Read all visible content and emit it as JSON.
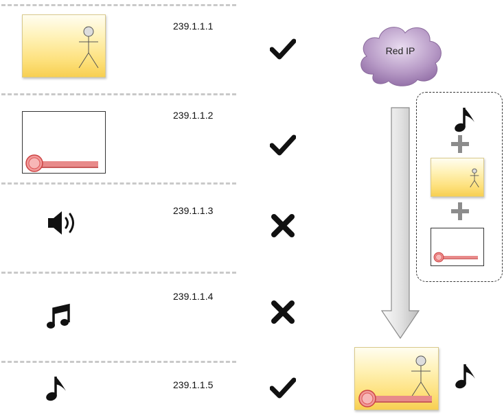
{
  "rows": [
    {
      "ip": "239.1.1.1",
      "source": "video-actor",
      "status": "allowed"
    },
    {
      "ip": "239.1.1.2",
      "source": "screen-slider",
      "status": "allowed"
    },
    {
      "ip": "239.1.1.3",
      "source": "speaker",
      "status": "blocked"
    },
    {
      "ip": "239.1.1.4",
      "source": "music-notes",
      "status": "blocked"
    },
    {
      "ip": "239.1.1.5",
      "source": "single-note",
      "status": "allowed"
    }
  ],
  "cloud": {
    "label": "Red IP"
  },
  "colors": {
    "video_top": "#fffdf0",
    "video_bottom": "#f7cf52",
    "slider_red": "#e88a8a",
    "cloud_purple": "#a88bb8",
    "divider": "#c9c9c9",
    "arrow_gray": "#cfcfcf"
  },
  "icons": [
    "check-icon",
    "cross-icon",
    "speaker-icon",
    "music-notes-icon",
    "note-icon",
    "plus-icon",
    "cloud-icon",
    "down-arrow-icon"
  ]
}
